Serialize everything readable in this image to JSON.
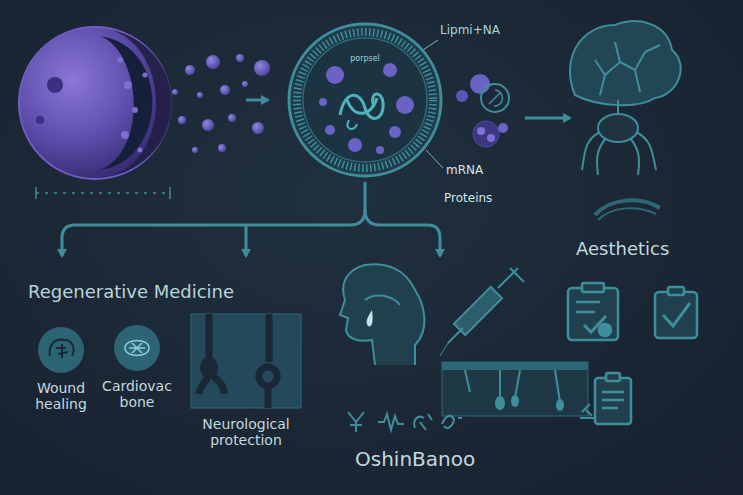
{
  "diagram": {
    "nodes": [
      {
        "text": [
          "porpsel"
        ]
      },
      {
        "text": [
          "Wound healing"
        ]
      },
      {
        "text": [
          "Cardiovac bone"
        ]
      },
      {
        "text": [
          "Neurological protection"
        ]
      }
    ],
    "labels": [
      "Lipmi+NA",
      "mRNA",
      "Proteins",
      "Aesthetics",
      "Regenerative Medicine",
      "OshinBanoo"
    ]
  }
}
